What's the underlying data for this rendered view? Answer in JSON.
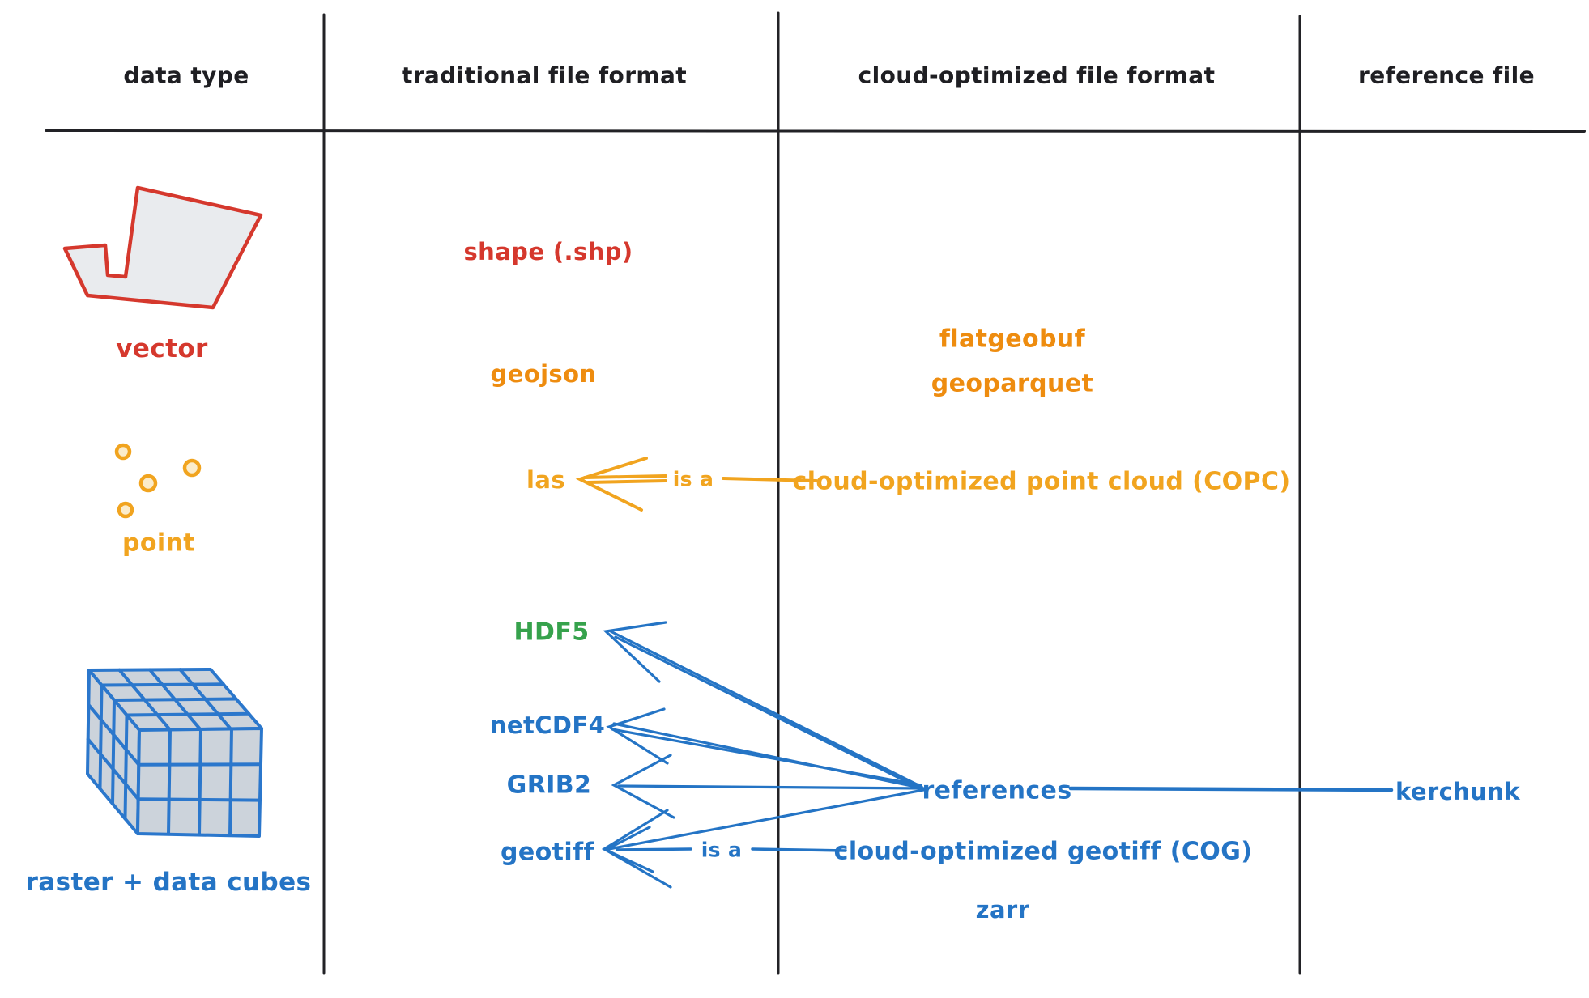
{
  "diagram": {
    "headers": {
      "data_type": "data type",
      "traditional": "traditional file format",
      "cloud_optimized": "cloud-optimized file format",
      "reference": "reference file"
    },
    "vector_row": {
      "type_label": "vector",
      "shape": "shape (.shp)",
      "geojson": "geojson",
      "flatgeobuf": "flatgeobuf",
      "geoparquet": "geoparquet"
    },
    "point_row": {
      "type_label": "point",
      "las": "las",
      "is_a": "is a",
      "copc": "cloud-optimized point cloud (COPC)"
    },
    "raster_row": {
      "type_label": "raster + data cubes",
      "hdf5": "HDF5",
      "netcdf4": "netCDF4",
      "grib2": "GRIB2",
      "geotiff": "geotiff",
      "is_a": "is a",
      "cog": "cloud-optimized geotiff (COG)",
      "zarr": "zarr",
      "references": "references",
      "kerchunk": "kerchunk"
    },
    "colors": {
      "line_black": "#222226",
      "red": "#d5382d",
      "orange": "#ee8c0f",
      "amber": "#f1a41f",
      "green": "#36a24c",
      "blue": "#2474c5",
      "polygon_fill": "#e9ebee",
      "cube_fill": "#ccd3db"
    }
  }
}
